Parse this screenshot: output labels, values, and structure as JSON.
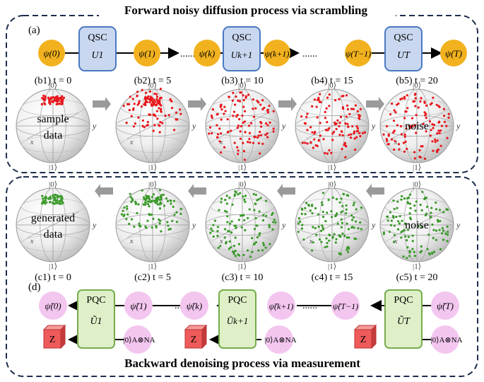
{
  "title_top": "Forward noisy diffusion process via scrambling",
  "title_bottom": "Backward denoising process via measurement",
  "panel_a": "(a)",
  "panel_d": "(d)",
  "forward": {
    "box_label": "QSC",
    "states": [
      "ψ(0)",
      "ψ(1)",
      "ψ(k)",
      "ψ(k+1)",
      "ψ(T−1)",
      "ψ(T)"
    ],
    "unitaries": [
      "U1",
      "Uk+1",
      "UT"
    ],
    "dots": "......"
  },
  "spheres_b": [
    {
      "label": "(b1) t = 0",
      "note": [
        "sample",
        "data"
      ]
    },
    {
      "label": "(b2) t = 5",
      "note": []
    },
    {
      "label": "(b3) t = 10",
      "note": []
    },
    {
      "label": "(b4) t = 15",
      "note": []
    },
    {
      "label": "(b5) t = 20",
      "note": [
        "noise"
      ]
    }
  ],
  "spheres_c": [
    {
      "label": "(c1) t = 0",
      "note": [
        "generated",
        "data"
      ]
    },
    {
      "label": "(c2) t = 5",
      "note": []
    },
    {
      "label": "(c3) t = 10",
      "note": []
    },
    {
      "label": "(c4) t = 15",
      "note": []
    },
    {
      "label": "(c5) t = 20",
      "note": [
        "noise"
      ]
    }
  ],
  "sphere_axes": {
    "top": "|0⟩",
    "bottom": "|1⟩",
    "x": "x",
    "y": "y"
  },
  "backward": {
    "box_label": "PQC",
    "states": [
      "ψ̃(0)",
      "ψ̃(1)",
      "ψ̃(k)",
      "ψ̃(k+1)",
      "ψ̃(T−1)",
      "ψ̃(T)"
    ],
    "unitaries": [
      "Ũ1",
      "Ũk+1",
      "ŨT"
    ],
    "measure": "Z",
    "ancilla": "|0⟩A⊗NA"
  },
  "colors": {
    "dashed_border": "#1f2d4d",
    "gold": "#f2b21f",
    "pink": "#f3c6f0",
    "blue_box": "#c9d8f0",
    "blue_box_stroke": "#4a78c2",
    "green_box": "#dff0c8",
    "green_box_stroke": "#74ad4d",
    "red_dot": "#e8161b",
    "green_dot": "#3a9a2a",
    "z_box": "#ef5b5b",
    "arrow_gray": "#9a9a9a"
  }
}
